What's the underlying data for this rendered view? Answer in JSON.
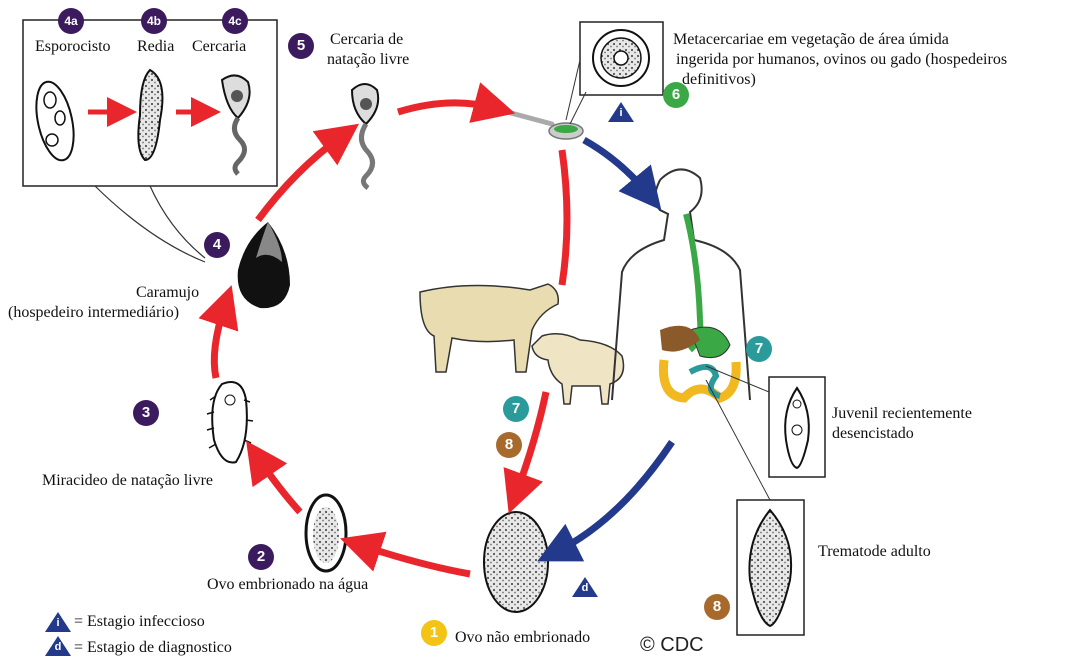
{
  "labels": {
    "sporocyst": "Esporocisto",
    "redia": "Redia",
    "cercaria": "Cercaria",
    "free_cercaria_line1": "Cercaria de",
    "free_cercaria_line2": "natação livre",
    "metacercariae_line1": "Metacercariae em vegetação de área úmida",
    "metacercariae_line2": "ingerida por humanos, ovinos ou gado (hospedeiros",
    "metacercariae_line3": "definitivos)",
    "snail_line1": "Caramujo",
    "snail_line2": "(hospedeiro intermediário)",
    "miracidium": "Miracideo de natação livre",
    "embryonated_egg": "Ovo embrionado na água",
    "unembryonated_egg": "Ovo não embrionado",
    "juvenile_line1": "Juvenil recientemente",
    "juvenile_line2": "desencistado",
    "adult": "Trematode adulto",
    "copyright": "© CDC"
  },
  "legend": {
    "infective_symbol": "i",
    "infective": "= Estagio infeccioso",
    "diagnostic_symbol": "d",
    "diagnostic": "= Estagio de diagnostico"
  },
  "steps": {
    "s1": "1",
    "s2": "2",
    "s3": "3",
    "s4": "4",
    "s4a": "4a",
    "s4b": "4b",
    "s4c": "4c",
    "s5": "5",
    "s6": "6",
    "s7a": "7",
    "s7b": "7",
    "s8a": "8",
    "s8b": "8"
  },
  "colors": {
    "cycle_arrow": "#e8262c",
    "host_arrow": "#233a8c",
    "badge_purple": "#3b1a5e",
    "badge_green": "#3aa845",
    "badge_teal": "#2a9a9a",
    "badge_brown": "#a86a2c",
    "badge_yellow": "#f3c316"
  }
}
